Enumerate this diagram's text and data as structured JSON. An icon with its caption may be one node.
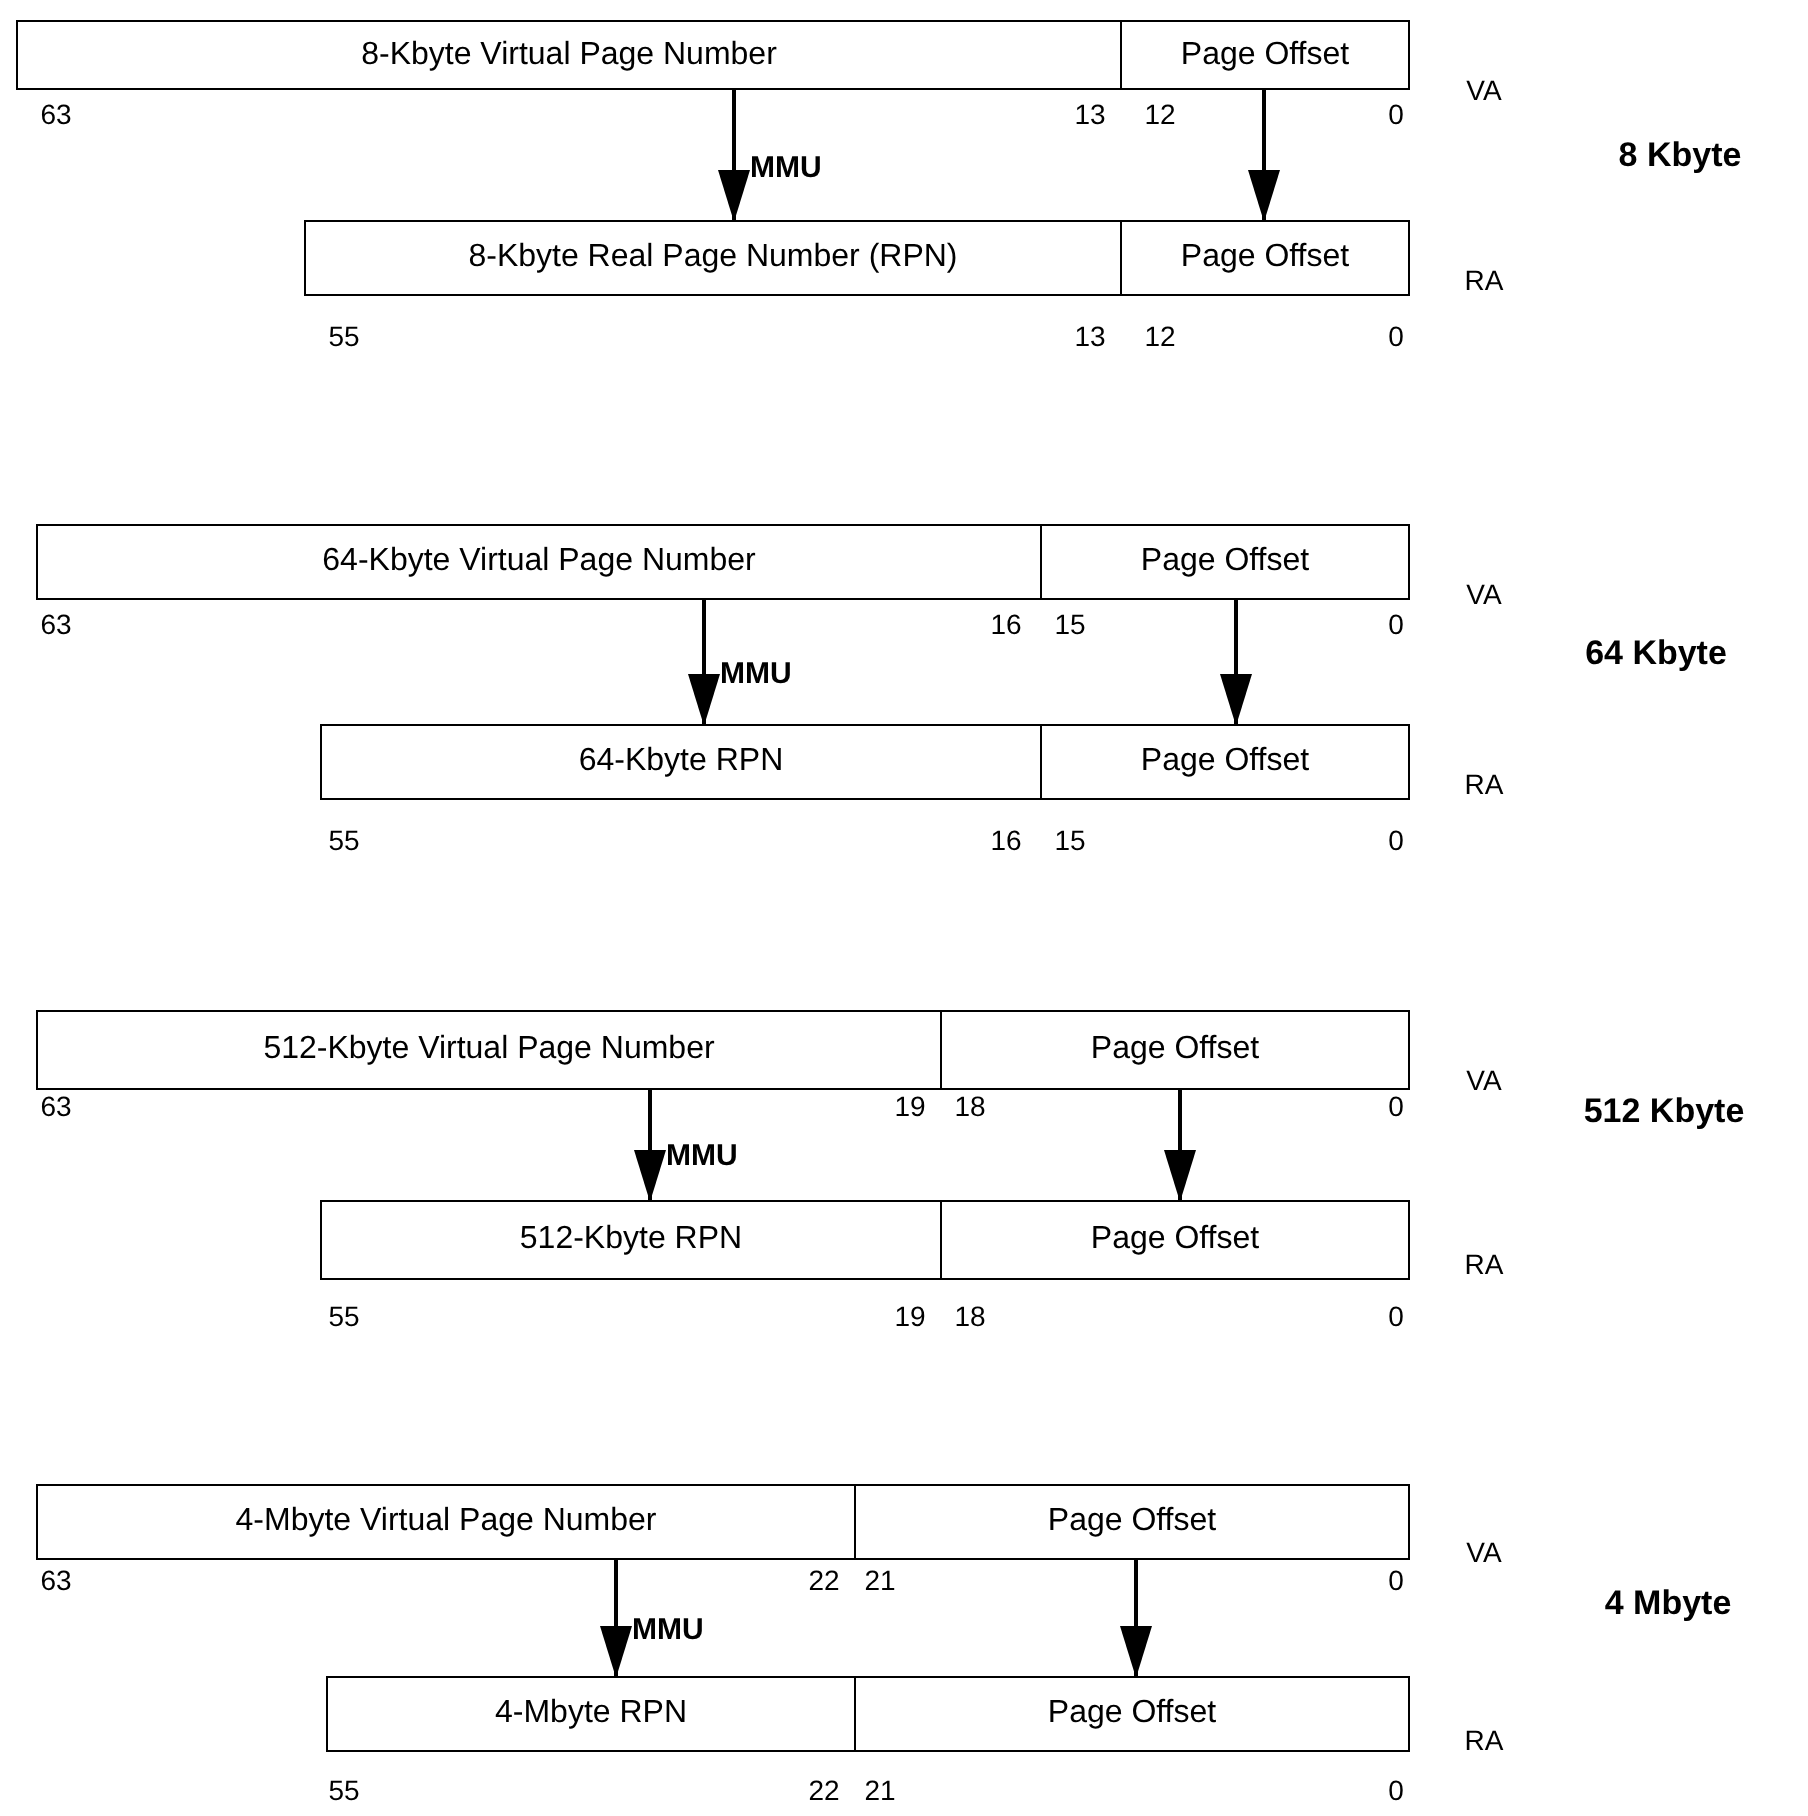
{
  "diagram": {
    "nodes": [
      {
        "text": [
          "8-Kbyte Virtual Page Number"
        ]
      },
      {
        "text": [
          "Page Offset"
        ]
      },
      {
        "text": [
          "8-Kbyte Real Page Number (RPN)"
        ]
      },
      {
        "text": [
          "Page Offset"
        ]
      },
      {
        "text": [
          "64-Kbyte Virtual Page Number"
        ]
      },
      {
        "text": [
          "Page Offset"
        ]
      },
      {
        "text": [
          "64-Kbyte RPN"
        ]
      },
      {
        "text": [
          "Page Offset"
        ]
      },
      {
        "text": [
          "512-Kbyte Virtual Page Number"
        ]
      },
      {
        "text": [
          "Page Offset"
        ]
      },
      {
        "text": [
          "512-Kbyte RPN"
        ]
      },
      {
        "text": [
          "Page Offset"
        ]
      },
      {
        "text": [
          "4-Mbyte Virtual Page Number"
        ]
      },
      {
        "text": [
          "Page Offset"
        ]
      },
      {
        "text": [
          "4-Mbyte RPN"
        ]
      },
      {
        "text": [
          "Page Offset"
        ]
      }
    ],
    "edges": [
      {
        "from": 0,
        "to": 2,
        "arrow": "to",
        "label": "MMU"
      },
      {
        "from": 1,
        "to": 3,
        "arrow": "to"
      },
      {
        "from": 4,
        "to": 6,
        "arrow": "to",
        "label": "MMU"
      },
      {
        "from": 5,
        "to": 7,
        "arrow": "to"
      },
      {
        "from": 8,
        "to": 10,
        "arrow": "to",
        "label": "MMU"
      },
      {
        "from": 9,
        "to": 11,
        "arrow": "to"
      },
      {
        "from": 12,
        "to": 14,
        "arrow": "to",
        "label": "MMU"
      },
      {
        "from": 13,
        "to": 15,
        "arrow": "to"
      }
    ],
    "labels": [
      "63",
      "13",
      "12",
      "0",
      "VA",
      "8 Kbyte",
      "55",
      "13",
      "12",
      "0",
      "RA",
      "63",
      "16",
      "15",
      "0",
      "VA",
      "64 Kbyte",
      "55",
      "16",
      "15",
      "0",
      "RA",
      "63",
      "19",
      "18",
      "0",
      "VA",
      "512 Kbyte",
      "55",
      "19",
      "18",
      "0",
      "RA",
      "63",
      "22",
      "21",
      "0",
      "VA",
      "4 Mbyte",
      "55",
      "22",
      "21",
      "0",
      "RA"
    ]
  }
}
